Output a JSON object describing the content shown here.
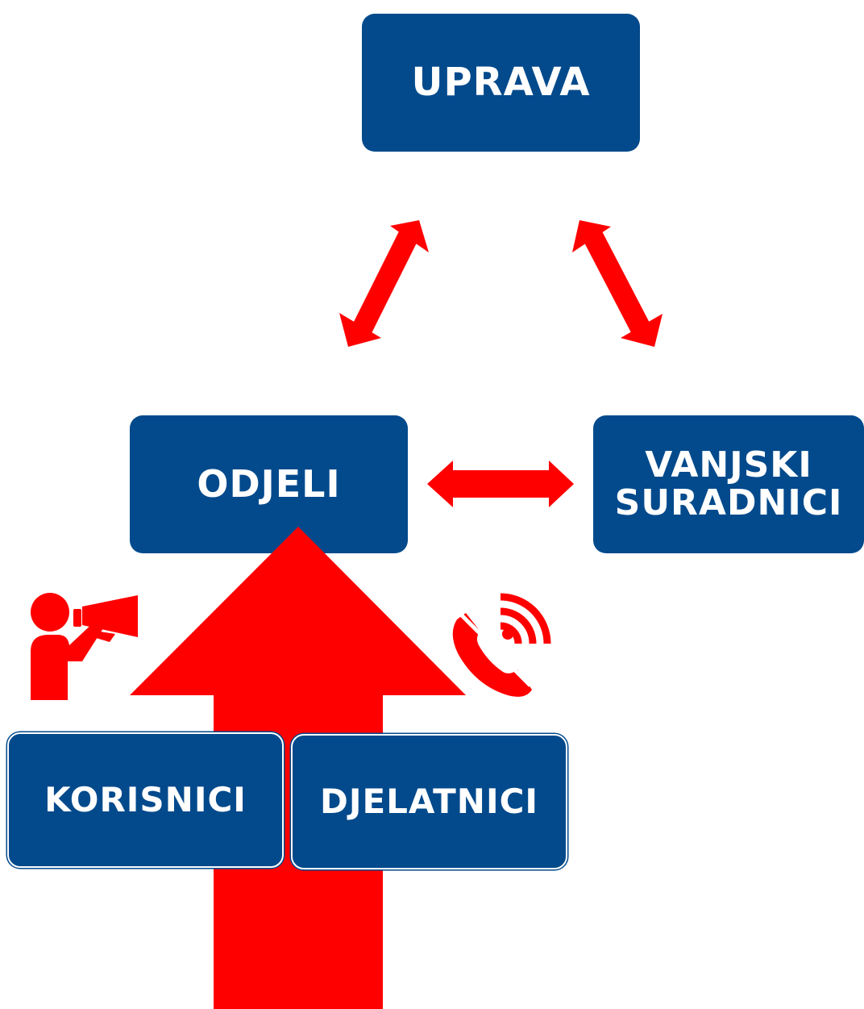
{
  "nodes": {
    "uprava": "UPRAVA",
    "odjeli": "ODJELI",
    "vanjski_suradnici": "VANJSKI\nSURADNICI",
    "korisnici": "KORISNICI",
    "djelatnici": "DJELATNICI"
  },
  "icons": {
    "megaphone": "person-with-megaphone-icon",
    "phone": "ringing-phone-icon"
  },
  "colors": {
    "box": "#034a8c",
    "arrow": "#ff0000",
    "text": "#ffffff"
  }
}
